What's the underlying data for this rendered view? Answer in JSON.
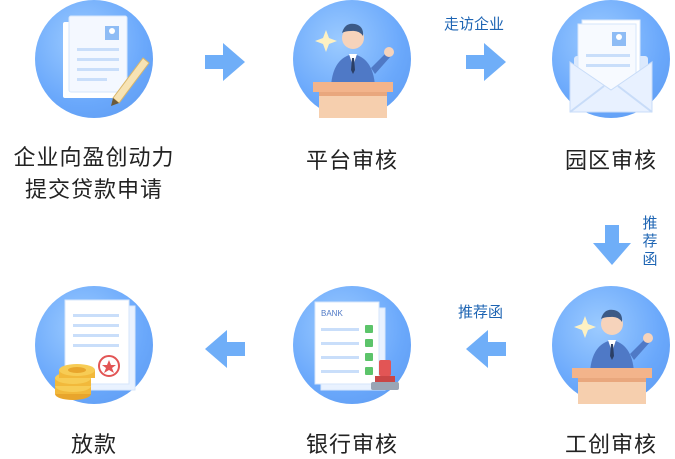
{
  "steps": {
    "apply": {
      "line1": "企业向盈创动力",
      "line2": "提交贷款申请",
      "icon": "document-pen-icon"
    },
    "platform": {
      "label": "平台审核",
      "icon": "reviewer-podium-icon"
    },
    "park": {
      "label": "园区审核",
      "icon": "envelope-letter-icon"
    },
    "gongchuang": {
      "label": "工创审核",
      "icon": "reviewer-podium-icon"
    },
    "bank": {
      "label": "银行审核",
      "icon": "bank-checklist-stamp-icon",
      "doc_title": "BANK"
    },
    "loan": {
      "label": "放款",
      "icon": "coins-contract-icon"
    }
  },
  "notes": {
    "visit": "走访企业",
    "recommend_down": "推荐函",
    "recommend_left": "推荐函"
  },
  "colors": {
    "circle": "#6aa8fb",
    "arrow": "#6faef8",
    "note": "#1d64b3",
    "text": "#222222"
  }
}
